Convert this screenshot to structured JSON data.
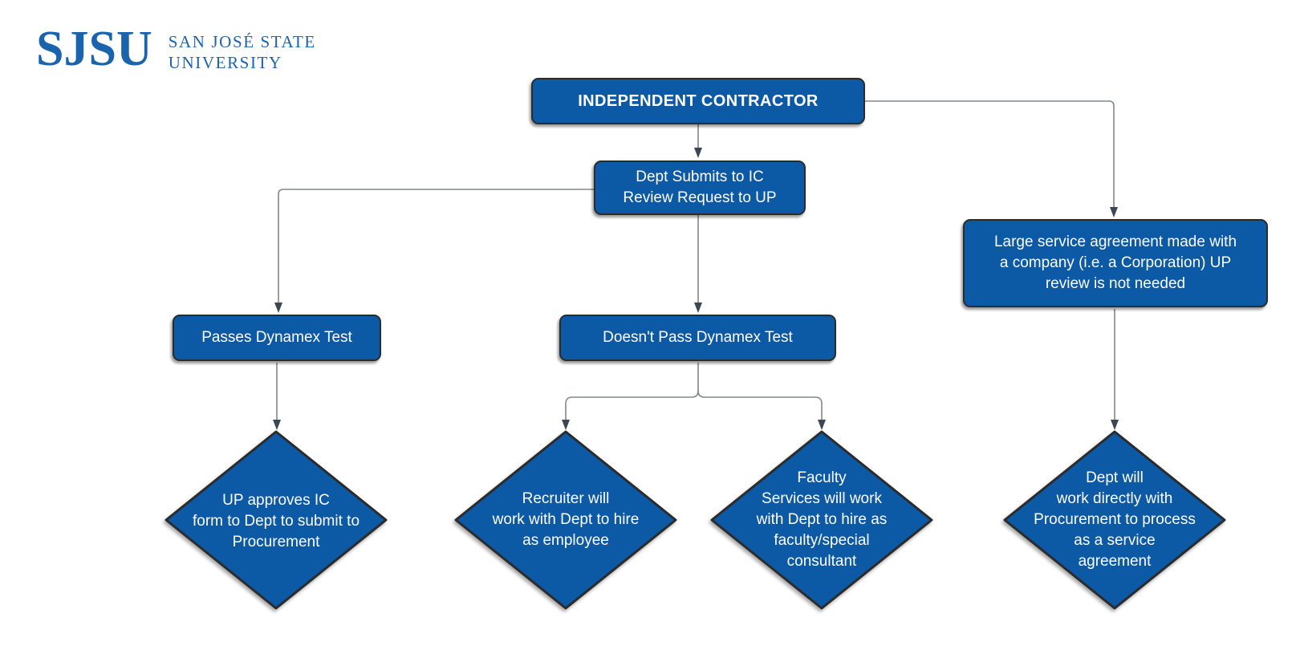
{
  "colors": {
    "node_fill": "#0C59A6",
    "node_border": "#2B2B2B",
    "connector_line": "#82878C",
    "arrowhead": "#3C4654",
    "logo_blue": "#1A63AD",
    "text_on_node": "#FFFFFF",
    "background": "#FFFFFF"
  },
  "logo": {
    "acronym": "SJSU",
    "wordmark": "SAN JOSÉ STATE\nUNIVERSITY"
  },
  "flowchart": {
    "nodes": {
      "independent_contractor": {
        "label": "INDEPENDENT CONTRACTOR"
      },
      "dept_submits": {
        "label": "Dept Submits to IC\nReview Request to UP"
      },
      "passes_dynamex": {
        "label": "Passes Dynamex Test"
      },
      "doesnt_pass_dynamex": {
        "label": "Doesn't Pass Dynamex Test"
      },
      "large_service_agreement": {
        "label": "Large service agreement made with\na company (i.e. a Corporation) UP\nreview is not needed"
      },
      "up_approves": {
        "label": "UP approves IC\nform to Dept to submit to\nProcurement"
      },
      "recruiter_hire": {
        "label": "Recruiter will\nwork with Dept to hire\nas employee"
      },
      "faculty_services": {
        "label": "Faculty\nServices will work\nwith Dept to hire as\nfaculty/special\nconsultant"
      },
      "dept_procurement": {
        "label": "Dept will\nwork directly with\nProcurement to process\nas a service\nagreement"
      }
    },
    "edges": [
      {
        "from": "independent_contractor",
        "to": "dept_submits"
      },
      {
        "from": "independent_contractor",
        "to": "large_service_agreement"
      },
      {
        "from": "dept_submits",
        "to": "passes_dynamex"
      },
      {
        "from": "dept_submits",
        "to": "doesnt_pass_dynamex"
      },
      {
        "from": "passes_dynamex",
        "to": "up_approves"
      },
      {
        "from": "doesnt_pass_dynamex",
        "to": "recruiter_hire"
      },
      {
        "from": "doesnt_pass_dynamex",
        "to": "faculty_services"
      },
      {
        "from": "large_service_agreement",
        "to": "dept_procurement"
      }
    ]
  }
}
